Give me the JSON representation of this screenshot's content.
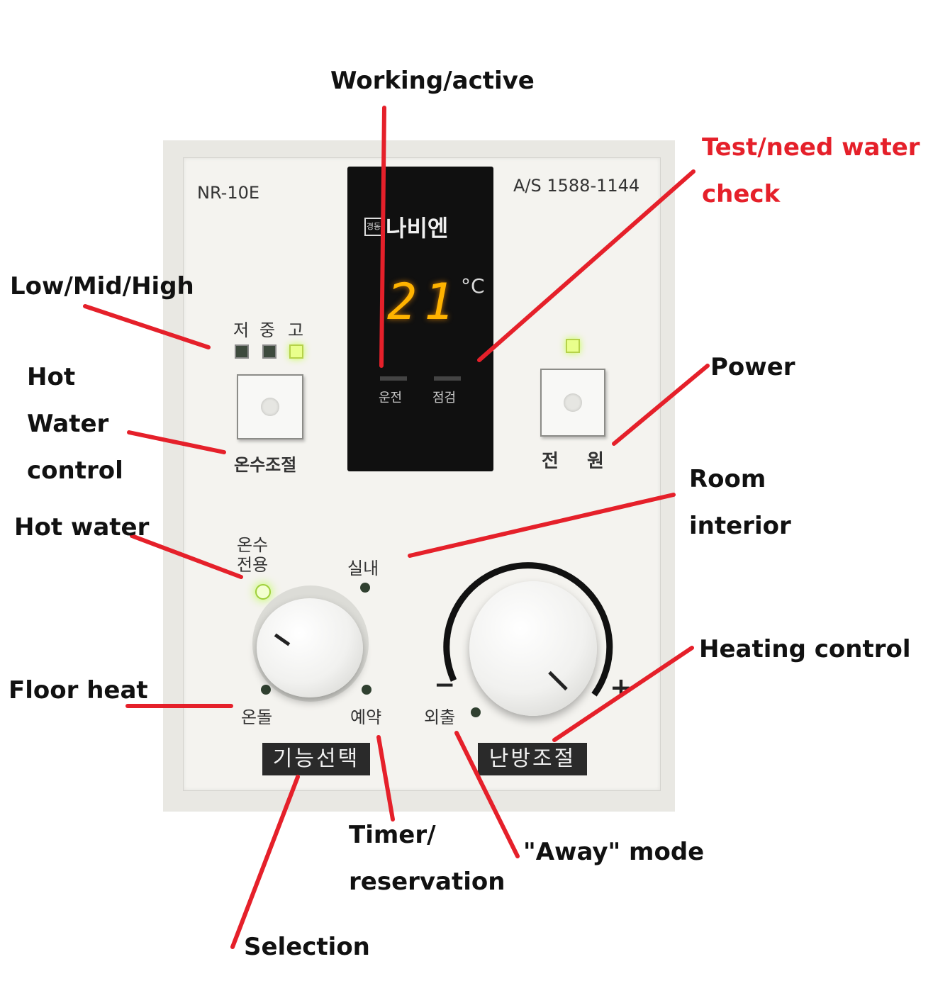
{
  "annotations": {
    "working_active": "Working/active",
    "test_need_water_line1": "Test/need water",
    "test_need_water_line2": "check",
    "low_mid_high": "Low/Mid/High",
    "hot_water_control_line1": "Hot",
    "hot_water_control_line2": "Water",
    "hot_water_control_line3": "control",
    "power": "Power",
    "room_interior_line1": "Room",
    "room_interior_line2": "interior",
    "hot_water": "Hot water",
    "heating_control": "Heating control",
    "floor_heat": "Floor heat",
    "timer_line1": "Timer/",
    "timer_line2": "reservation",
    "away_mode": "\"Away\" mode",
    "selection": "Selection"
  },
  "panel": {
    "model": "NR-10E",
    "service_phone": "A/S 1588-1144",
    "brand_badge": "경동",
    "brand_name": "나비엔",
    "temperature": "21",
    "temp_unit": "°C",
    "indicator_run": "운전",
    "indicator_check": "점검",
    "level_low": "저",
    "level_mid": "중",
    "level_high": "고",
    "hot_water_adjust": "온수조절",
    "power_1": "전",
    "power_2": "원",
    "mode_hot_water_1": "온수",
    "mode_hot_water_2": "전용",
    "mode_room": "실내",
    "mode_floor": "온돌",
    "mode_timer": "예약",
    "mode_away": "외출",
    "minus": "−",
    "plus": "+",
    "function_select": "기능선택",
    "heating_adjust": "난방조절"
  },
  "colors": {
    "annotation_line": "#e5202a",
    "led_on": "#d8ff6a",
    "display_digits": "#ffb300"
  }
}
